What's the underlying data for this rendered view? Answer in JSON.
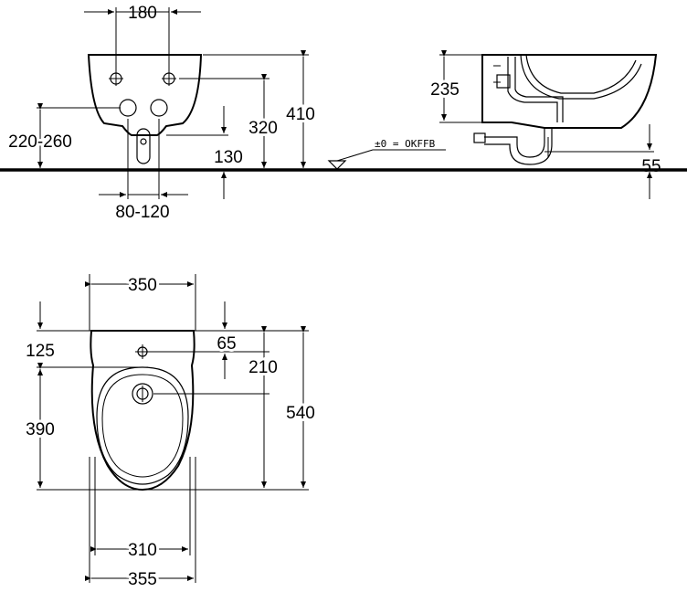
{
  "dims": {
    "d180": "180",
    "d410": "410",
    "d320": "320",
    "d220_260": "220-260",
    "d130": "130",
    "d80_120": "80-120",
    "d235": "235",
    "d55": "55",
    "d350": "350",
    "d125": "125",
    "d65": "65",
    "d210": "210",
    "d390": "390",
    "d540": "540",
    "d310": "310",
    "d355": "355"
  },
  "notes": {
    "floor_level": "±0 = OKFFB"
  }
}
